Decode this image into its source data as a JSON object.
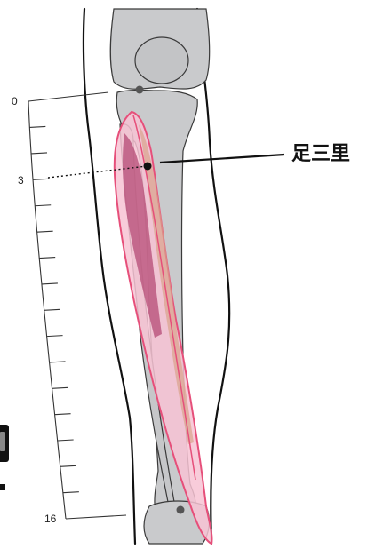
{
  "diagram": {
    "ruler": {
      "labels": [
        {
          "text": "0"
        },
        {
          "text": "3"
        },
        {
          "text": "16"
        }
      ]
    },
    "acupoint": {
      "label": "足三里"
    },
    "colors": {
      "bone": "#c9cacc",
      "bone_outline": "#3a3a3a",
      "skin_outline": "#111111",
      "muscle_fill": "#f7c3d3",
      "muscle_outline": "#e64f7a",
      "muscle_shade": "#b54b76",
      "muscle_tan": "#d9a48c",
      "point": "#111111",
      "leader_line": "#111111"
    }
  }
}
